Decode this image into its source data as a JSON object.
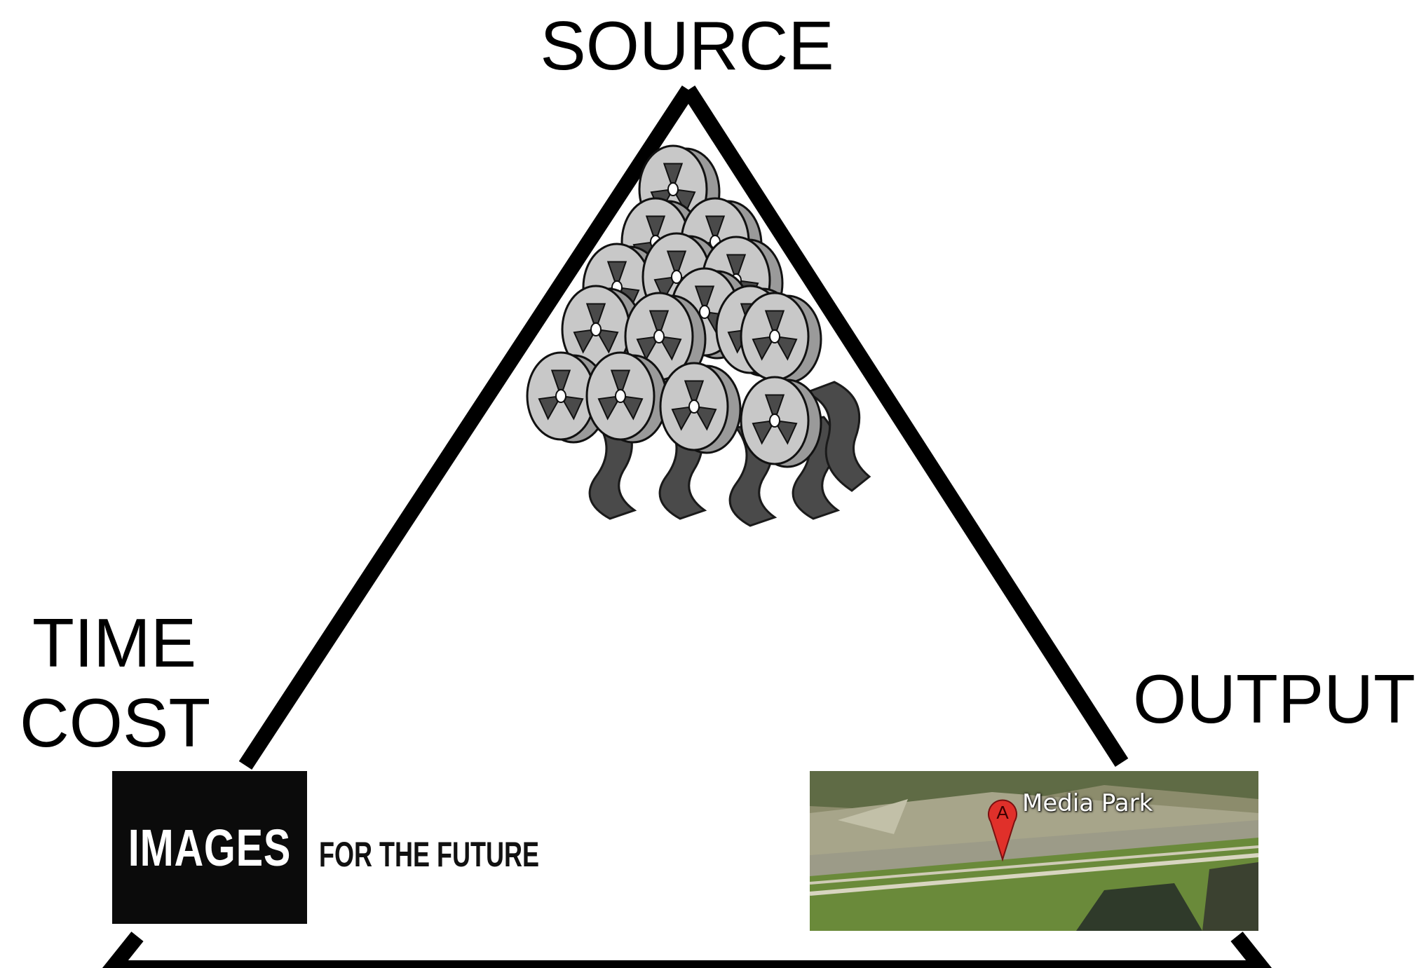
{
  "labels": {
    "source": "SOURCE",
    "time": "TIME",
    "cost": "COST",
    "output": "OUTPUT"
  },
  "logo": {
    "word": "IMAGES",
    "tagline": "FOR THE FUTURE"
  },
  "map": {
    "pin_letter": "A",
    "place_name": "Media Park",
    "pin_color": "#e0302a"
  },
  "icons": {
    "source_icon": "film-reels-icon",
    "map_icon": "map-marker-icon"
  },
  "colors": {
    "stroke": "#000000",
    "reel_fill": "#c8c8c8",
    "reel_dark": "#4a4a4a",
    "map_green": "#6a8a3a"
  }
}
